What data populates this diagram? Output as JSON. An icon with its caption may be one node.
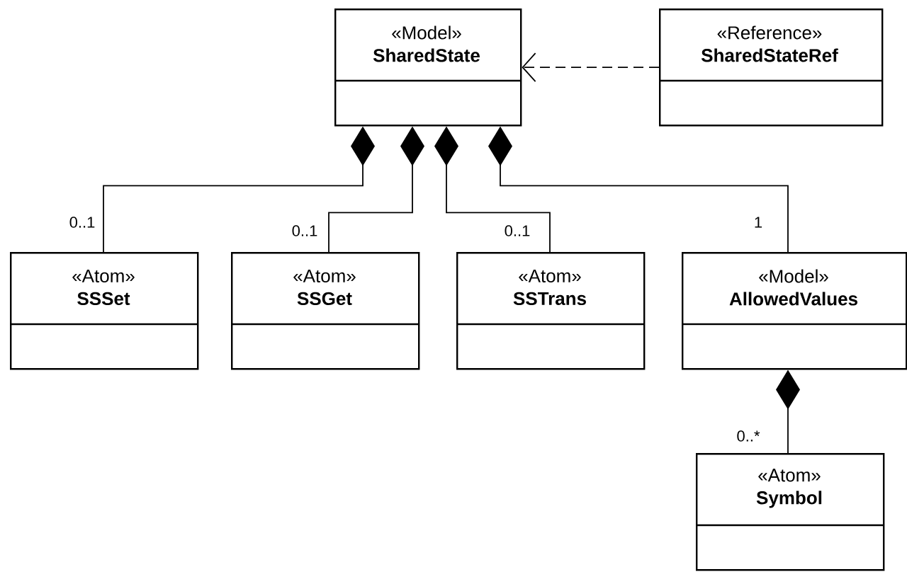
{
  "diagram": {
    "nodes": [
      {
        "text": [
          "«Model»",
          "SharedState"
        ]
      },
      {
        "text": [
          "«Reference»",
          "SharedStateRef"
        ]
      },
      {
        "text": [
          "«Atom»",
          "SSSet"
        ]
      },
      {
        "text": [
          "«Atom»",
          "SSGet"
        ]
      },
      {
        "text": [
          "«Atom»",
          "SSTrans"
        ]
      },
      {
        "text": [
          "«Model»",
          "AllowedValues"
        ]
      },
      {
        "text": [
          "«Atom»",
          "Symbol"
        ]
      }
    ],
    "edges": [
      {
        "from": 0,
        "to": 2,
        "arrow": "other",
        "label": "0..1"
      },
      {
        "from": 0,
        "to": 3,
        "arrow": "other",
        "label": "0..1"
      },
      {
        "from": 0,
        "to": 4,
        "arrow": "other",
        "label": "0..1"
      },
      {
        "from": 0,
        "to": 5,
        "arrow": "other",
        "label": "1"
      },
      {
        "from": 5,
        "to": 6,
        "arrow": "other",
        "label": "0..*"
      },
      {
        "from": 1,
        "to": 0,
        "arrow": "to",
        "style": "dashed"
      }
    ]
  }
}
